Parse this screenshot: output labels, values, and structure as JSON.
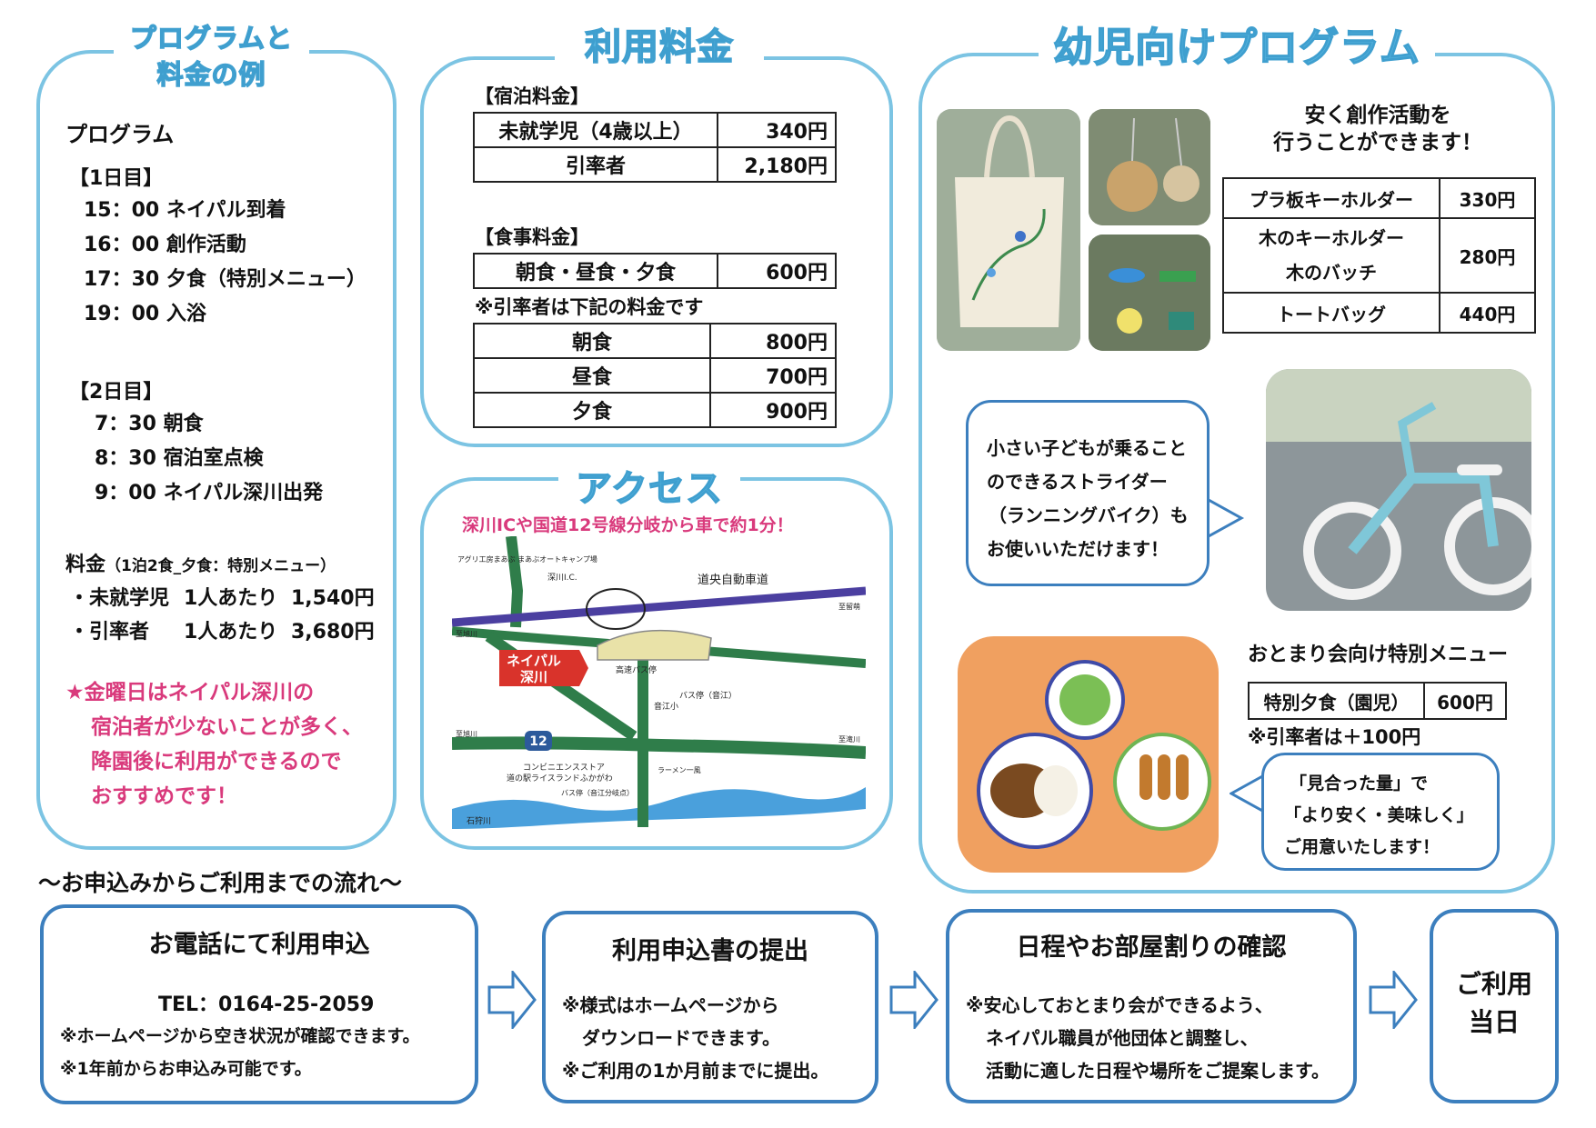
{
  "panel1": {
    "title_line1": "プログラムと",
    "title_line2": "料金の例",
    "program_heading": "プログラム",
    "day1_label": "【1日目】",
    "day1_items": [
      "15：00 ネイパル到着",
      "16：00 創作活動",
      "17：30 夕食（特別メニュー）",
      "19：00 入浴"
    ],
    "day2_label": "【2日目】",
    "day2_items": [
      "7：30 朝食",
      "8：30 宿泊室点検",
      "9：00 ネイパル深川出発"
    ],
    "fee_heading": "料金",
    "fee_note": "（1泊2食_夕食：特別メニュー）",
    "fee_rows": [
      {
        "label": "・未就学児",
        "per": "1人あたり",
        "price": "1,540円"
      },
      {
        "label": "・引率者",
        "per": "1人あたり",
        "price": "3,680円"
      }
    ],
    "note_lines": [
      "★金曜日はネイパル深川の",
      "宿泊者が少ないことが多く、",
      "降園後に利用ができるので",
      "おすすめです！"
    ]
  },
  "panel2": {
    "title": "利用料金",
    "stay_label": "【宿泊料金】",
    "stay_rows": [
      {
        "name": "未就学児（4歳以上）",
        "price": "340円"
      },
      {
        "name": "引率者",
        "price": "2,180円"
      }
    ],
    "meal_label": "【食事料金】",
    "meal_rows": [
      {
        "name": "朝食・昼食・夕食",
        "price": "600円"
      }
    ],
    "adult_note": "※引率者は下記の料金です",
    "adult_rows": [
      {
        "name": "朝食",
        "price": "800円"
      },
      {
        "name": "昼食",
        "price": "700円"
      },
      {
        "name": "夕食",
        "price": "900円"
      }
    ]
  },
  "panel3": {
    "title": "アクセス",
    "subtitle": "深川ICや国道12号線分岐から車で約1分！",
    "map": {
      "road_label": "道央自動車道",
      "ic_label": "深川I.C.",
      "facility_label": "アグリ工房まあぶ まあぶオートキャンプ場",
      "neipal_line1": "ネイパル",
      "neipal_line2": "深川",
      "bus_stop_highway": "高速バス停",
      "bus_stop_otoe": "バス停（音江）",
      "school": "音江小",
      "to_asahikawa": "至旭川",
      "to_asahikawa2": "至旭川",
      "to_rumoi": "至留萌",
      "to_takikawa": "至滝川",
      "route_number": "12",
      "convenience": "コンビニエンスストア",
      "michinoeki": "道の駅ライスランドふかがわ",
      "bus_stop_branch": "バス停（音江分岐点）",
      "ramen": "ラーメン一風",
      "river": "石狩川"
    }
  },
  "panel4": {
    "title": "幼児向けプログラム",
    "craft_heading_line1": "安く創作活動を",
    "craft_heading_line2": "行うことができます！",
    "craft_rows": [
      {
        "name": "プラ板キーホルダー",
        "price": "330円"
      },
      {
        "name": "木のキーホルダー",
        "price": "280円"
      },
      {
        "name": "木のバッチ",
        "price": ""
      },
      {
        "name": "トートバッグ",
        "price": "440円"
      }
    ],
    "strider_lines": [
      "小さい子どもが乗ること",
      "のできるストライダー",
      "（ランニングバイク）も",
      "お使いいただけます！"
    ],
    "menu_heading": "おとまり会向け特別メニュー",
    "menu_row": {
      "name": "特別夕食（園児）",
      "price": "600円"
    },
    "menu_note": "※引率者は＋100円",
    "menu_bubble": [
      "「見合った量」で",
      "「より安く・美味しく」",
      "ご用意いたします！"
    ]
  },
  "flow": {
    "heading": "～お申込みからご利用までの流れ～",
    "step1": {
      "title": "お電話にて利用申込",
      "lines": [
        "TEL：0164-25-2059",
        "※ホームページから空き状況が確認できます。",
        "※1年前からお申込み可能です。"
      ]
    },
    "step2": {
      "title": "利用申込書の提出",
      "lines": [
        "※様式はホームページから",
        "ダウンロードできます。",
        "※ご利用の1か月前までに提出。"
      ]
    },
    "step3": {
      "title": "日程やお部屋割りの確認",
      "lines": [
        "※安心しておとまり会ができるよう、",
        "ネイパル職員が他団体と調整し、",
        "活動に適した日程や場所をご提案します。"
      ]
    },
    "step4": {
      "line1": "ご利用",
      "line2": "当日"
    }
  },
  "colors": {
    "panel_border": "#7cc4e3",
    "title_blue": "#55b3de",
    "flow_border": "#3c7fbe",
    "pink": "#d93a7c",
    "map_road_purple": "#4b3fa0",
    "map_road_green": "#2f7d4a",
    "map_river": "#4aa0dc",
    "neipal_red": "#d9332b"
  }
}
